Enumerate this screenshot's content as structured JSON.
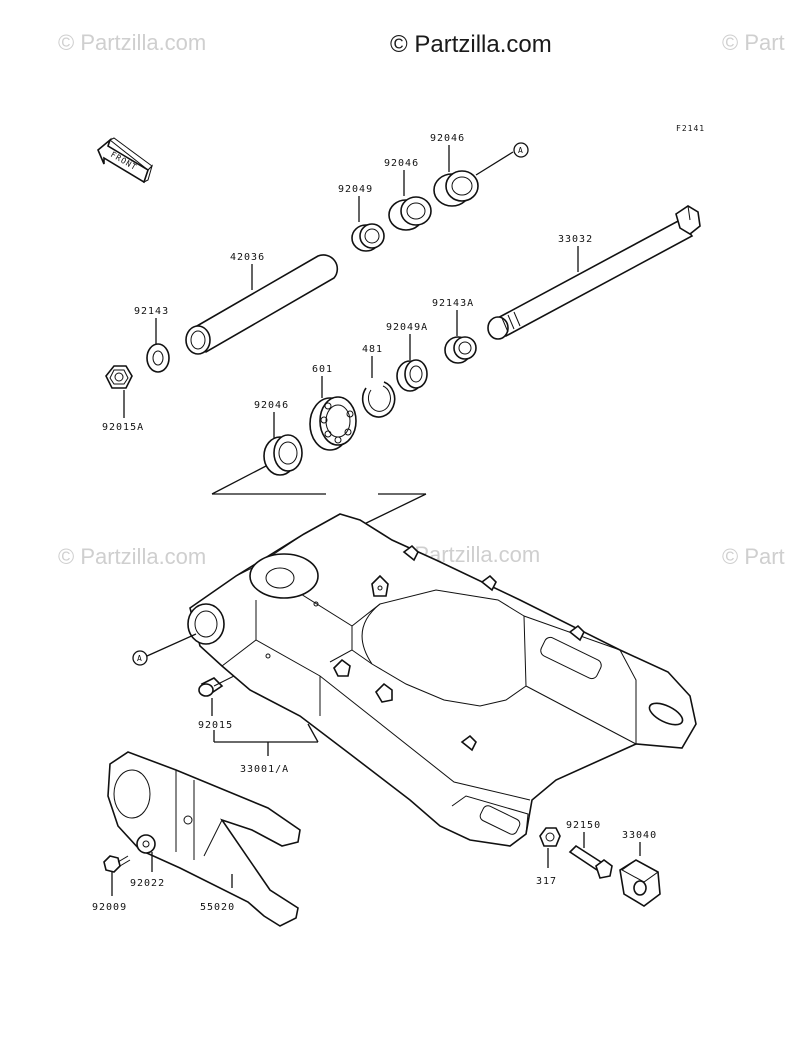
{
  "watermarks": {
    "main": "© Partzilla.com",
    "faint": "© Partzilla.com",
    "faint_cut": "© Part"
  },
  "figure_code": "F2141",
  "front_label": "FRONT",
  "callout_letter": "A",
  "parts": [
    {
      "id": "p-92046-top",
      "number": "92046"
    },
    {
      "id": "p-92046-mid",
      "number": "92046"
    },
    {
      "id": "p-92049",
      "number": "92049"
    },
    {
      "id": "p-42036",
      "number": "42036"
    },
    {
      "id": "p-33032",
      "number": "33032"
    },
    {
      "id": "p-92143",
      "number": "92143"
    },
    {
      "id": "p-92143A",
      "number": "92143A"
    },
    {
      "id": "p-92049A",
      "number": "92049A"
    },
    {
      "id": "p-481",
      "number": "481"
    },
    {
      "id": "p-601",
      "number": "601"
    },
    {
      "id": "p-92046-low",
      "number": "92046"
    },
    {
      "id": "p-92015A",
      "number": "92015A"
    },
    {
      "id": "p-92015",
      "number": "92015"
    },
    {
      "id": "p-33001A",
      "number": "33001/A"
    },
    {
      "id": "p-92150",
      "number": "92150"
    },
    {
      "id": "p-33040",
      "number": "33040"
    },
    {
      "id": "p-317",
      "number": "317"
    },
    {
      "id": "p-92009",
      "number": "92009"
    },
    {
      "id": "p-92022",
      "number": "92022"
    },
    {
      "id": "p-55020",
      "number": "55020"
    }
  ]
}
